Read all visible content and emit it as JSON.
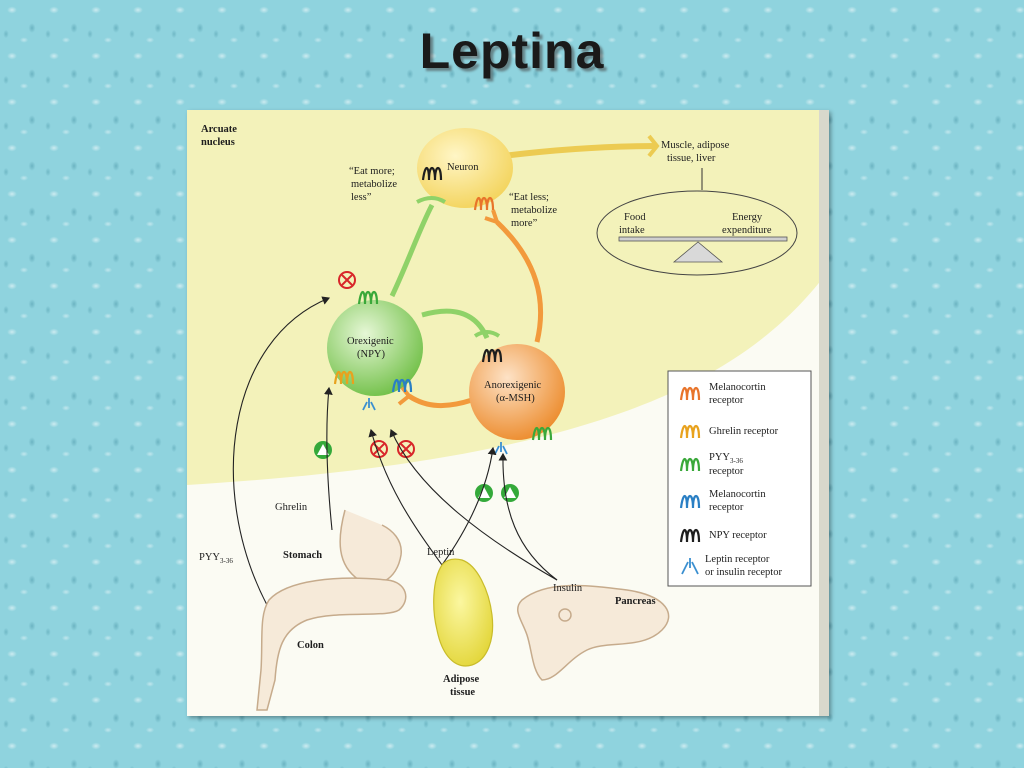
{
  "slide": {
    "title": "Leptina"
  },
  "diagram": {
    "region_label": [
      "Arcuate",
      "nucleus"
    ],
    "neuron": {
      "label": "Neuron"
    },
    "eat_more": [
      "“Eat more;",
      "metabolize",
      "less”"
    ],
    "eat_less": [
      "“Eat less;",
      "metabolize",
      "more”"
    ],
    "targets": [
      "Muscle, adipose",
      "tissue, liver"
    ],
    "balance": {
      "left": [
        "Food",
        "intake"
      ],
      "right": [
        "Energy",
        "expenditure"
      ]
    },
    "orexigenic": [
      "Orexigenic",
      "(NPY)"
    ],
    "anorexigenic": [
      "Anorexigenic",
      "(α-MSH)"
    ],
    "signals": {
      "ghrelin": "Ghrelin",
      "pyy_base": "PYY",
      "pyy_sub": "3-36",
      "leptin": "Leptin",
      "insulin": "Insulin"
    },
    "organs": {
      "stomach": "Stomach",
      "colon": "Colon",
      "adipose": [
        "Adipose",
        "tissue"
      ],
      "pancreas": "Pancreas"
    },
    "legend": {
      "items": [
        {
          "icon": "melanocortin-receptor-orange-icon",
          "color": "#e8742a",
          "lines": [
            "Melanocortin",
            "receptor"
          ]
        },
        {
          "icon": "ghrelin-receptor-icon",
          "color": "#e8a21e",
          "lines": [
            "Ghrelin receptor"
          ]
        },
        {
          "icon": "pyy-receptor-icon",
          "color": "#3aa83a",
          "lines": [
            "PYY",
            "receptor"
          ],
          "sub": "3-36"
        },
        {
          "icon": "melanocortin-receptor-blue-icon",
          "color": "#2a7fc4",
          "lines": [
            "Melanocortin",
            "receptor"
          ]
        },
        {
          "icon": "npy-receptor-icon",
          "color": "#1e1e1e",
          "lines": [
            "NPY receptor"
          ]
        },
        {
          "icon": "leptin-insulin-receptor-icon",
          "color": "#3a8fd0",
          "lines": [
            "Leptin receptor",
            "or insulin receptor"
          ]
        }
      ]
    },
    "colors": {
      "neuron": "#f6de72",
      "orexigenic": "#8fd268",
      "anorexigenic": "#f29a3c",
      "inhibit": "#d8262a",
      "stimulate": "#34a93a",
      "region": "#f3f2ba"
    }
  }
}
